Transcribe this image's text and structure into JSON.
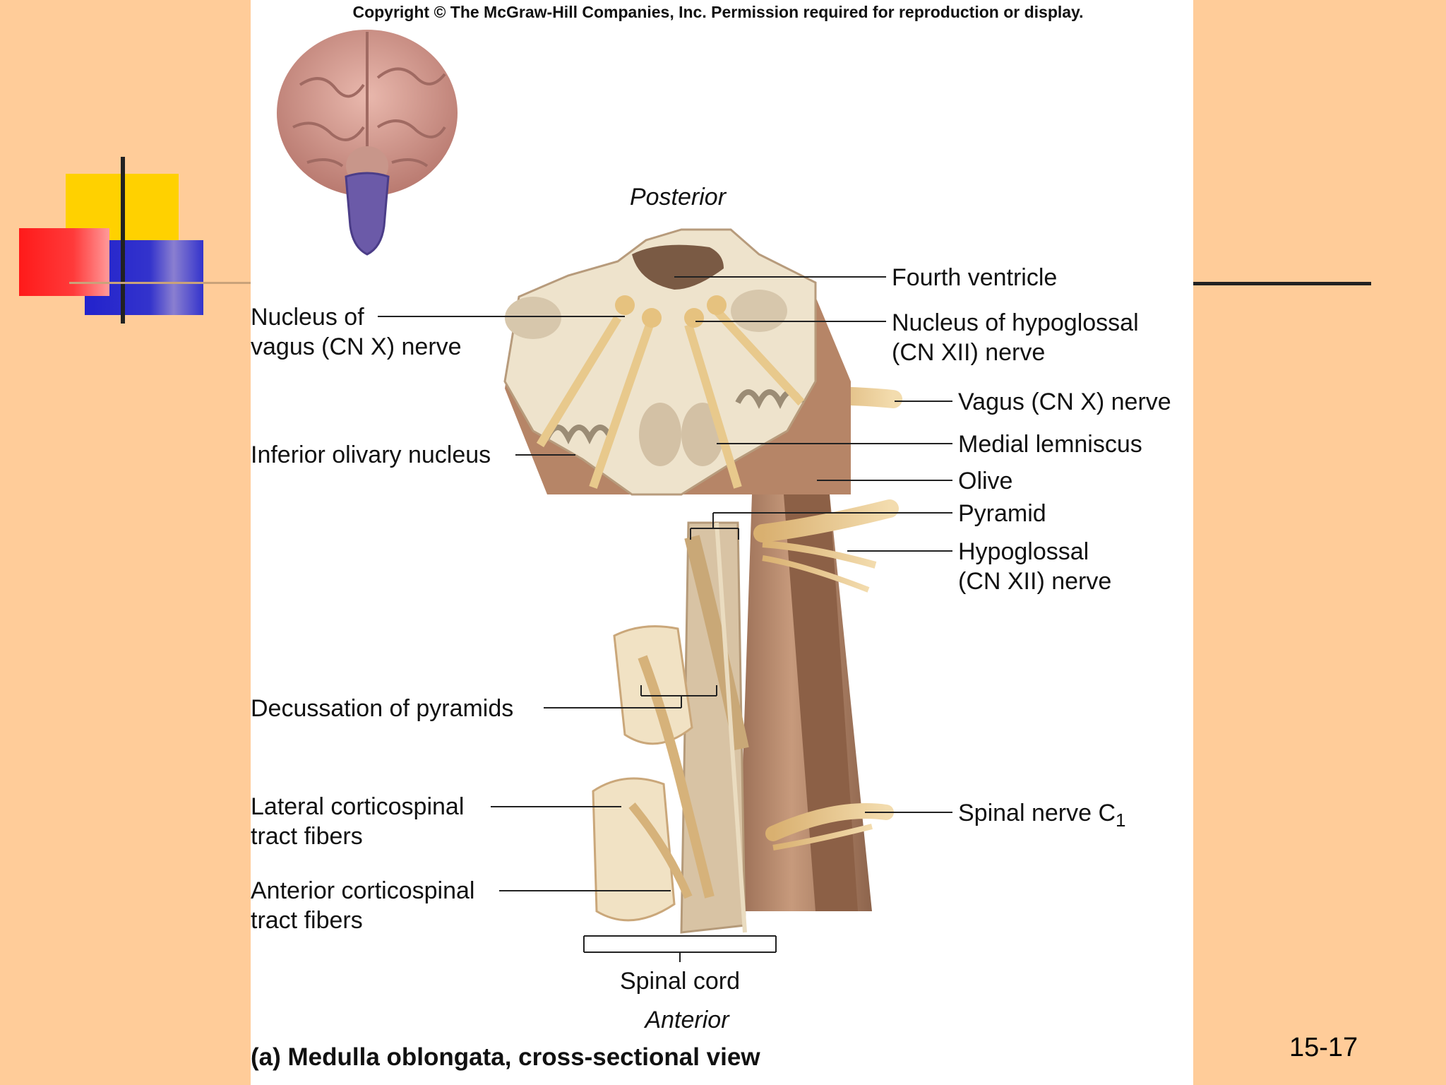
{
  "copyright": "Copyright © The McGraw-Hill Companies, Inc. Permission required for reproduction or display.",
  "orientation": {
    "top": "Posterior",
    "bottom": "Anterior"
  },
  "labels": {
    "fourth_ventricle": "Fourth ventricle",
    "nucleus_hypoglossal_1": "Nucleus of hypoglossal",
    "nucleus_hypoglossal_2": "(CN XII) nerve",
    "nucleus_vagus_1": "Nucleus of",
    "nucleus_vagus_2": "vagus (CN X) nerve",
    "vagus_nerve": "Vagus (CN X) nerve",
    "medial_lemniscus": "Medial lemniscus",
    "inferior_olivary": "Inferior olivary nucleus",
    "olive": "Olive",
    "pyramid": "Pyramid",
    "hypoglossal_nerve_1": "Hypoglossal",
    "hypoglossal_nerve_2": "(CN XII) nerve",
    "decussation": "Decussation of pyramids",
    "lateral_cs_1": "Lateral corticospinal",
    "lateral_cs_2": "tract fibers",
    "spinal_nerve": "Spinal nerve C",
    "spinal_nerve_sub": "1",
    "anterior_cs_1": "Anterior corticospinal",
    "anterior_cs_2": "tract fibers",
    "spinal_cord": "Spinal cord"
  },
  "caption": "(a) Medulla oblongata, cross-sectional view",
  "slide_number": "15-17",
  "colors": {
    "background": "#FFCC99",
    "deco_yellow": "#FFD100",
    "deco_red": "#FF1A1A",
    "deco_blue": "#3333CC",
    "tissue": "#B98B6C",
    "section": "#EFE4CC",
    "nerve": "#E8C98C"
  }
}
